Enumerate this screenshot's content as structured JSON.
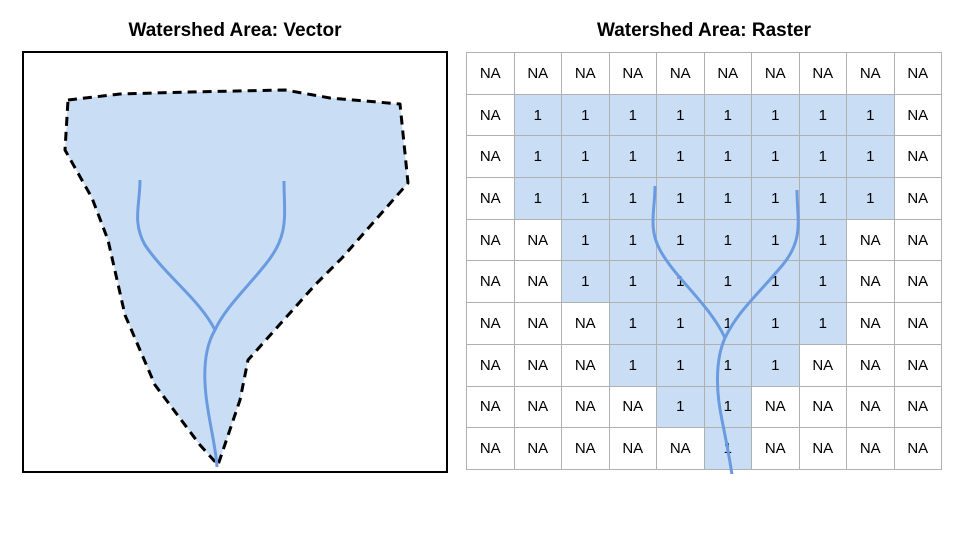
{
  "titles": {
    "vector": "Watershed Area: Vector",
    "raster": "Watershed Area: Raster"
  },
  "colors": {
    "fill": "#c9def5",
    "stream": "#6a9be0",
    "boundary": "#000000",
    "grid_line": "#b0b0b0"
  },
  "raster": {
    "inside_label": "1",
    "outside_label": "NA",
    "rows": [
      [
        "NA",
        "NA",
        "NA",
        "NA",
        "NA",
        "NA",
        "NA",
        "NA",
        "NA",
        "NA"
      ],
      [
        "NA",
        "1",
        "1",
        "1",
        "1",
        "1",
        "1",
        "1",
        "1",
        "NA"
      ],
      [
        "NA",
        "1",
        "1",
        "1",
        "1",
        "1",
        "1",
        "1",
        "1",
        "NA"
      ],
      [
        "NA",
        "1",
        "1",
        "1",
        "1",
        "1",
        "1",
        "1",
        "1",
        "NA"
      ],
      [
        "NA",
        "NA",
        "1",
        "1",
        "1",
        "1",
        "1",
        "1",
        "NA",
        "NA"
      ],
      [
        "NA",
        "NA",
        "1",
        "1",
        "1",
        "1",
        "1",
        "1",
        "NA",
        "NA"
      ],
      [
        "NA",
        "NA",
        "NA",
        "1",
        "1",
        "1",
        "1",
        "1",
        "NA",
        "NA"
      ],
      [
        "NA",
        "NA",
        "NA",
        "1",
        "1",
        "1",
        "1",
        "NA",
        "NA",
        "NA"
      ],
      [
        "NA",
        "NA",
        "NA",
        "NA",
        "1",
        "1",
        "NA",
        "NA",
        "NA",
        "NA"
      ],
      [
        "NA",
        "NA",
        "NA",
        "NA",
        "NA",
        "1",
        "NA",
        "NA",
        "NA",
        "NA"
      ]
    ]
  }
}
